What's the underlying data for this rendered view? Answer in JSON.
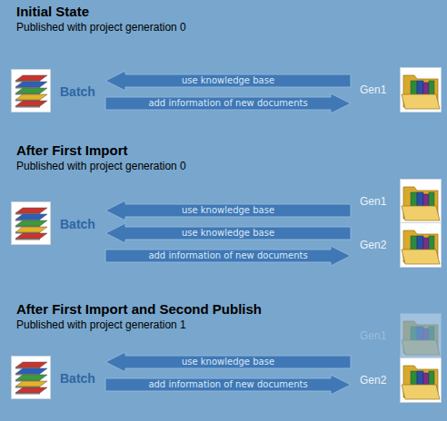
{
  "diagram": {
    "nodes": [
      {
        "text": [
          "Batch"
        ]
      },
      {
        "text": [
          "Gen1"
        ]
      },
      {
        "text": [
          "Batch"
        ]
      },
      {
        "text": [
          "Gen1"
        ]
      },
      {
        "text": [
          "Gen2"
        ]
      },
      {
        "text": [
          "Batch"
        ]
      },
      {
        "text": [
          "Gen1"
        ]
      },
      {
        "text": [
          "Gen2"
        ]
      }
    ],
    "edges": [
      {
        "from": 1,
        "to": 0,
        "label": "use knowledge base",
        "arrow": "to"
      },
      {
        "from": 0,
        "to": 1,
        "label": "add information of new documents",
        "arrow": "to"
      },
      {
        "from": 3,
        "to": 2,
        "label": "use knowledge base",
        "arrow": "to"
      },
      {
        "from": 4,
        "to": 2,
        "label": "use knowledge base",
        "arrow": "to"
      },
      {
        "from": 2,
        "to": 4,
        "label": "add information of new documents",
        "arrow": "to"
      },
      {
        "from": 7,
        "to": 5,
        "label": "use knowledge base",
        "arrow": "to"
      },
      {
        "from": 5,
        "to": 7,
        "label": "add information of new documents",
        "arrow": "to"
      }
    ],
    "labels": [
      "Initial State",
      "Published with project generation 0",
      "After First Import",
      "Published with project generation 0",
      "After First Import and Second Publish",
      "Published with project generation 1"
    ]
  }
}
